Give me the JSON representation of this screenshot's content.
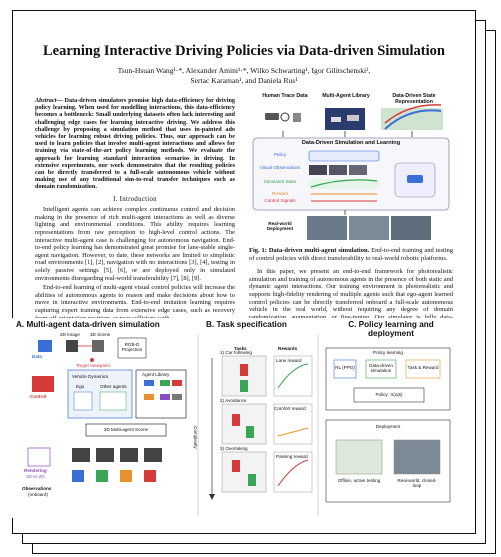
{
  "paper": {
    "title": "Learning Interactive Driving Policies via Data-driven Simulation",
    "authors_line1": "Tsun-Hsuan Wang¹·*, Alexander Amini¹·*, Wilko Schwarting¹, Igor Gilitschenski²,",
    "authors_line2": "Sertac Karaman¹, and Daniela Rus¹",
    "abstract_label": "Abstract",
    "abstract": "— Data-driven simulators promise high data-efficiency for driving policy learning. When used for modelling interactions, this data-efficiency becomes a bottleneck: Small underlying datasets often lack interesting and challenging edge cases for learning interactive driving. We address this challenge by proposing a simulation method that uses in-painted ado vehicles for learning robust driving policies. Thus, our approach can be used to learn policies that involve multi-agent interactions and allows for training via state-of-the-art policy learning methods. We evaluate the approach for learning standard interaction scenarios in driving. In extensive experiments, our work demonstrates that the resulting policies can be directly transferred to a full-scale autonomous vehicle without making use of any traditional sim-to-real transfer techniques such as domain randomization.",
    "section_heading": "I. Introduction",
    "intro_p1": "Intelligent agents can achieve complex continuous control and decision making in the presence of rich multi-agent interactions as well as diverse lighting and environmental conditions. This ability requires learning representations from raw perception to high-level control actions. The interactive multi-agent case is challenging for autonomous navigation. End-to-end policy learning has demonstrated great promise for lane-stable single-agent navigation. However, to date, these networks are limited to simplistic road environments [1], [2], navigation with no interactions [3], [4], testing in solely passive settings [5], [6], or are deployed only in simulated environments disregarding real-world transferability [7], [8], [9].",
    "intro_p2": "End-to-end learning of multi-agent visual control policies will increase the abilities of autonomous agents to reason and make decisions about how to move in interactive environments. End-to-end imitation learning requires capturing expert training data from extensive edge cases, such as recovery from off-orientation positions or near collisions with",
    "fig1_caption_bold": "Fig. 1: Data-driven multi-agent simulation.",
    "fig1_caption_rest": " End-to-end training and testing of control policies with direct transferability to real-world robotic platforms.",
    "right_p1": "In this paper, we present an end-to-end framework for photorealistic simulation and training of autonomous agents in the presence of both static and dynamic agent interactions. Our training environment is photorealistic and supports high-fidelity rendering of multiple agents such that ego-agent learned control policies can be directly transferred onboard a full-scale autonomous vehicle in the real world, without requiring any degree of domain randomization, augmentation, or fine-tuning. Our simulator is fully data-driven: from"
  },
  "fig1": {
    "headers": [
      "Human Trace Data",
      "Multi-Agent Library",
      "Data-Driven State Representation"
    ],
    "band_title": "Data-Driven Simulation and Learning",
    "rows": [
      "Policy",
      "Visual Observations",
      "Simulated State",
      "Reward",
      "Control Signals"
    ],
    "deploy": "Real-world Deployment"
  },
  "fig2": {
    "panelA": "A. Multi-agent data-driven simulation",
    "panelB": "B. Task specification",
    "panelC": "C. Policy learning and deployment",
    "a_labels": {
      "data": "Data",
      "image": "2D Image",
      "scene": "3D Scene",
      "rgbd": "RGB-D Projection",
      "target": "Target Viewpoint",
      "control": "Control",
      "dynamics": "Vehicle Dynamics",
      "ego": "Ego",
      "other": "Other agents",
      "library": "Agent Library",
      "scene3d": "3D Multi-agent Scene",
      "rendering": "Rendering",
      "rendering_sub": "3D-to-2D",
      "observations": "Observations",
      "obs_sub": "(onboard)"
    },
    "b_labels": {
      "tasks": "Tasks",
      "rewards": "Rewards",
      "complexity": "Complexity",
      "t1": "1) Car following",
      "t2": "2) Avoidance",
      "t3": "3) Overtaking",
      "r1": "Lane reward",
      "r2": "Comfort reward",
      "r3": "Passing reward"
    },
    "c_labels": {
      "policy_learning": "Policy learning",
      "rl": "RL (PPO)",
      "sim": "Data-driven simulation",
      "task": "Task & Reward",
      "policy": "Policy: π(a|s)",
      "deployment": "Deployment",
      "offline": "Offline, active testing",
      "realworld": "Real-world, closed-loop"
    }
  },
  "colors": {
    "blue": "#3a6fd8",
    "green": "#3aa655",
    "red": "#d63a3a",
    "orange": "#e8912e",
    "purple": "#8a4fc4"
  }
}
